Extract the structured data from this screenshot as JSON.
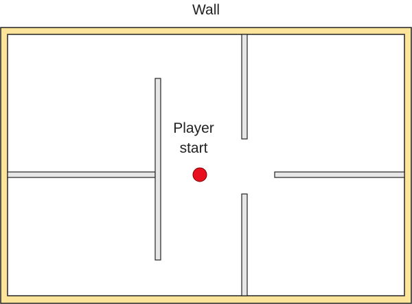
{
  "title": "Wall",
  "player": {
    "label_line1": "Player",
    "label_line2": "start"
  },
  "colors": {
    "outer_wall_fill": "#fde49b",
    "outer_wall_stroke": "#222222",
    "inner_wall_fill": "#e6e6e6",
    "inner_wall_stroke": "#222222",
    "floor": "#ffffff",
    "player_fill": "#e8101e",
    "player_stroke": "#7a0000"
  }
}
